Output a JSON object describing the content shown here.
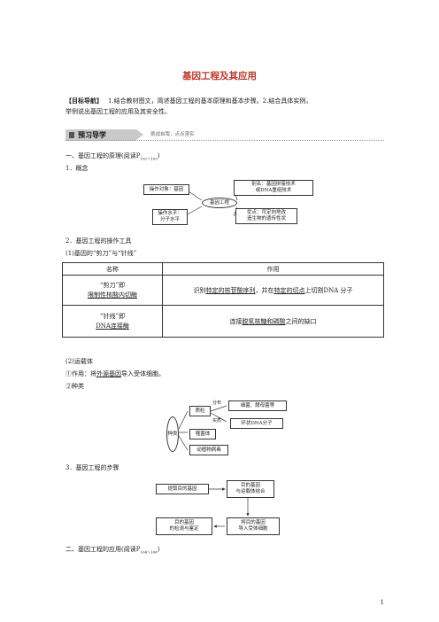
{
  "title": "基因工程及其应用",
  "goals": {
    "label": "【目标导航】",
    "text1": "1.结合教材图文，简述基因工程的基本原理和基本步骤。2.结合具体实例，",
    "text2": "举例说出基因工程的应用及其安全性。"
  },
  "banner": {
    "label": "预习导学",
    "sub": "挑战自我，点点落实"
  },
  "sec1": {
    "heading": "一、基因工程的原理(阅读P",
    "pages": "102～103",
    "heading_end": ")"
  },
  "concept": {
    "label": "1．概念",
    "center": "基因工程",
    "op_object": "操作对象：基因",
    "op_level_1": "操作水平：",
    "op_level_2": "分子水平",
    "alias_1": "别名：基因拼接技术",
    "alias_2": "或DNA重组技术",
    "advantage_1": "优点：可定向地改",
    "advantage_2": "造生物的遗传性状"
  },
  "tools": {
    "label": "2．基因工程的操作工具",
    "sub1": "(1)基因的“剪刀”与“针线”",
    "header_name": "名称",
    "header_function": "作用",
    "row1_name_1": "“剪刀”即",
    "row1_name_2": "限制性核酸内切酶",
    "row1_func_a": "识别",
    "row1_func_b": "特定的核苷酸序列",
    "row1_func_c": "，并在",
    "row1_func_d": "特定的切点",
    "row1_func_e": "上切割DNA 分子",
    "row2_name_1": "“针线”即",
    "row2_name_2": "DNA连接酶",
    "row2_func_a": "连接",
    "row2_func_b": "脱氧核糖和磷酸",
    "row2_func_c": "之间的缺口"
  },
  "vector": {
    "sub2": "(2)运载体",
    "use_a": "①作用：将",
    "use_b": "外源基因",
    "use_c": "导入受体细胞。",
    "kinds": "②种类",
    "left": "种类",
    "plasmid": "质粒",
    "distribution": "分布",
    "essence": "实质",
    "bacteria": "细菌、酵母菌等",
    "circular": "环状DNA分子",
    "phage": "噬菌体",
    "virus": "动植物病毒"
  },
  "steps": {
    "label": "3．基因工程的步骤",
    "s1": "提取目的基因",
    "s2_1": "目的基因",
    "s2_2": "与运载体结合",
    "s3_1": "将目的基因",
    "s3_2": "导入受体细胞",
    "s4_1": "目的基因",
    "s4_2": "的检测与鉴定"
  },
  "sec2": {
    "heading": "二、基因工程的应用(阅读P",
    "pages": "104～106",
    "heading_end": ")"
  },
  "page_number": "1"
}
